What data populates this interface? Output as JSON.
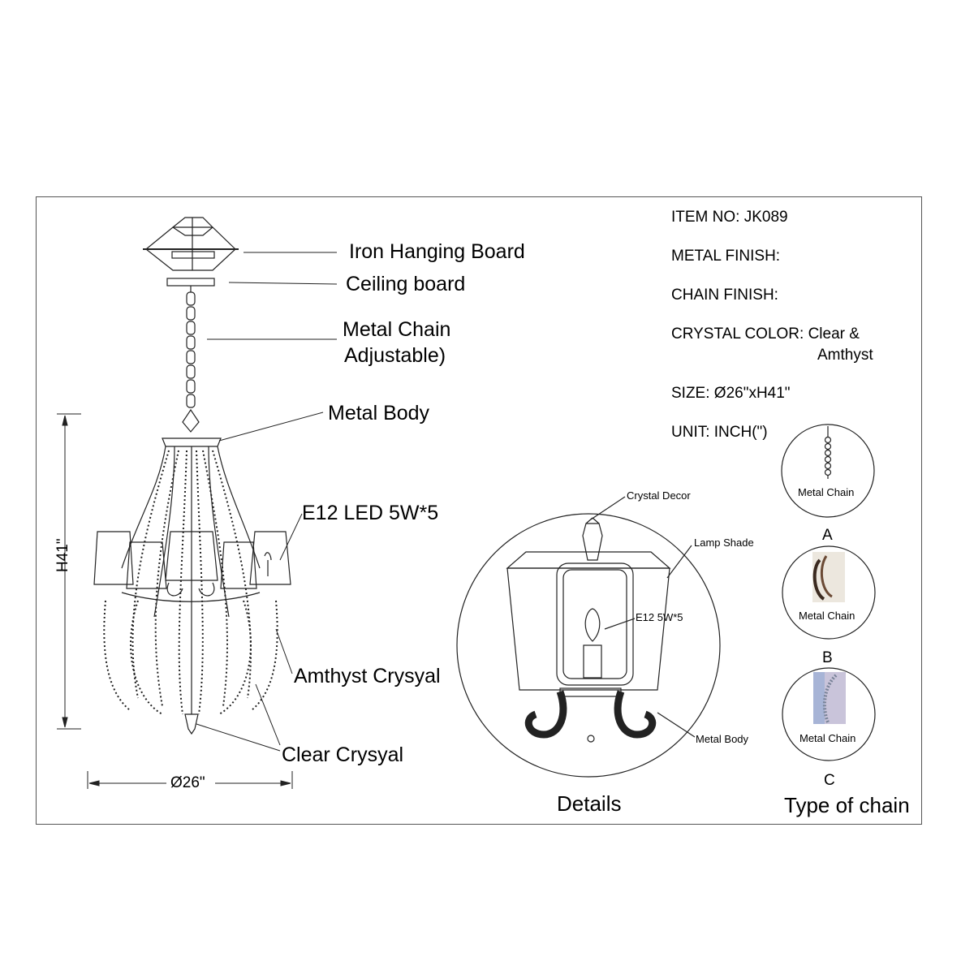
{
  "callouts": {
    "iron_hanging_board": "Iron Hanging Board",
    "ceiling_board": "Ceiling board",
    "metal_chain_1": "Metal Chain",
    "metal_chain_2": "Adjustable)",
    "metal_body": "Metal Body",
    "led": "E12 LED 5W*5",
    "amthyst": "Amthyst Crysyal",
    "clear": "Clear Crysyal"
  },
  "dimensions": {
    "height": "H41\"",
    "width": "Ø26\""
  },
  "specs": {
    "item_no": "ITEM NO: JK089",
    "metal_finish": "METAL FINISH:",
    "chain_finish": "CHAIN FINISH:",
    "crystal_color_1": "CRYSTAL COLOR: Clear &",
    "crystal_color_2": "Amthyst",
    "size": "SIZE: Ø26\"xH41\"",
    "unit": "UNIT:  INCH(\")"
  },
  "details": {
    "crystal_decor": "Crystal Decor",
    "lamp_shade": "Lamp Shade",
    "bulb": "E12 5W*5",
    "metal_body": "Metal Body",
    "caption": "Details"
  },
  "chain_types": {
    "label_a": "Metal Chain",
    "letter_a": "A",
    "label_b": "Metal Chain",
    "letter_b": "B",
    "label_c": "Metal Chain",
    "letter_c": "C",
    "caption": "Type of chain"
  }
}
